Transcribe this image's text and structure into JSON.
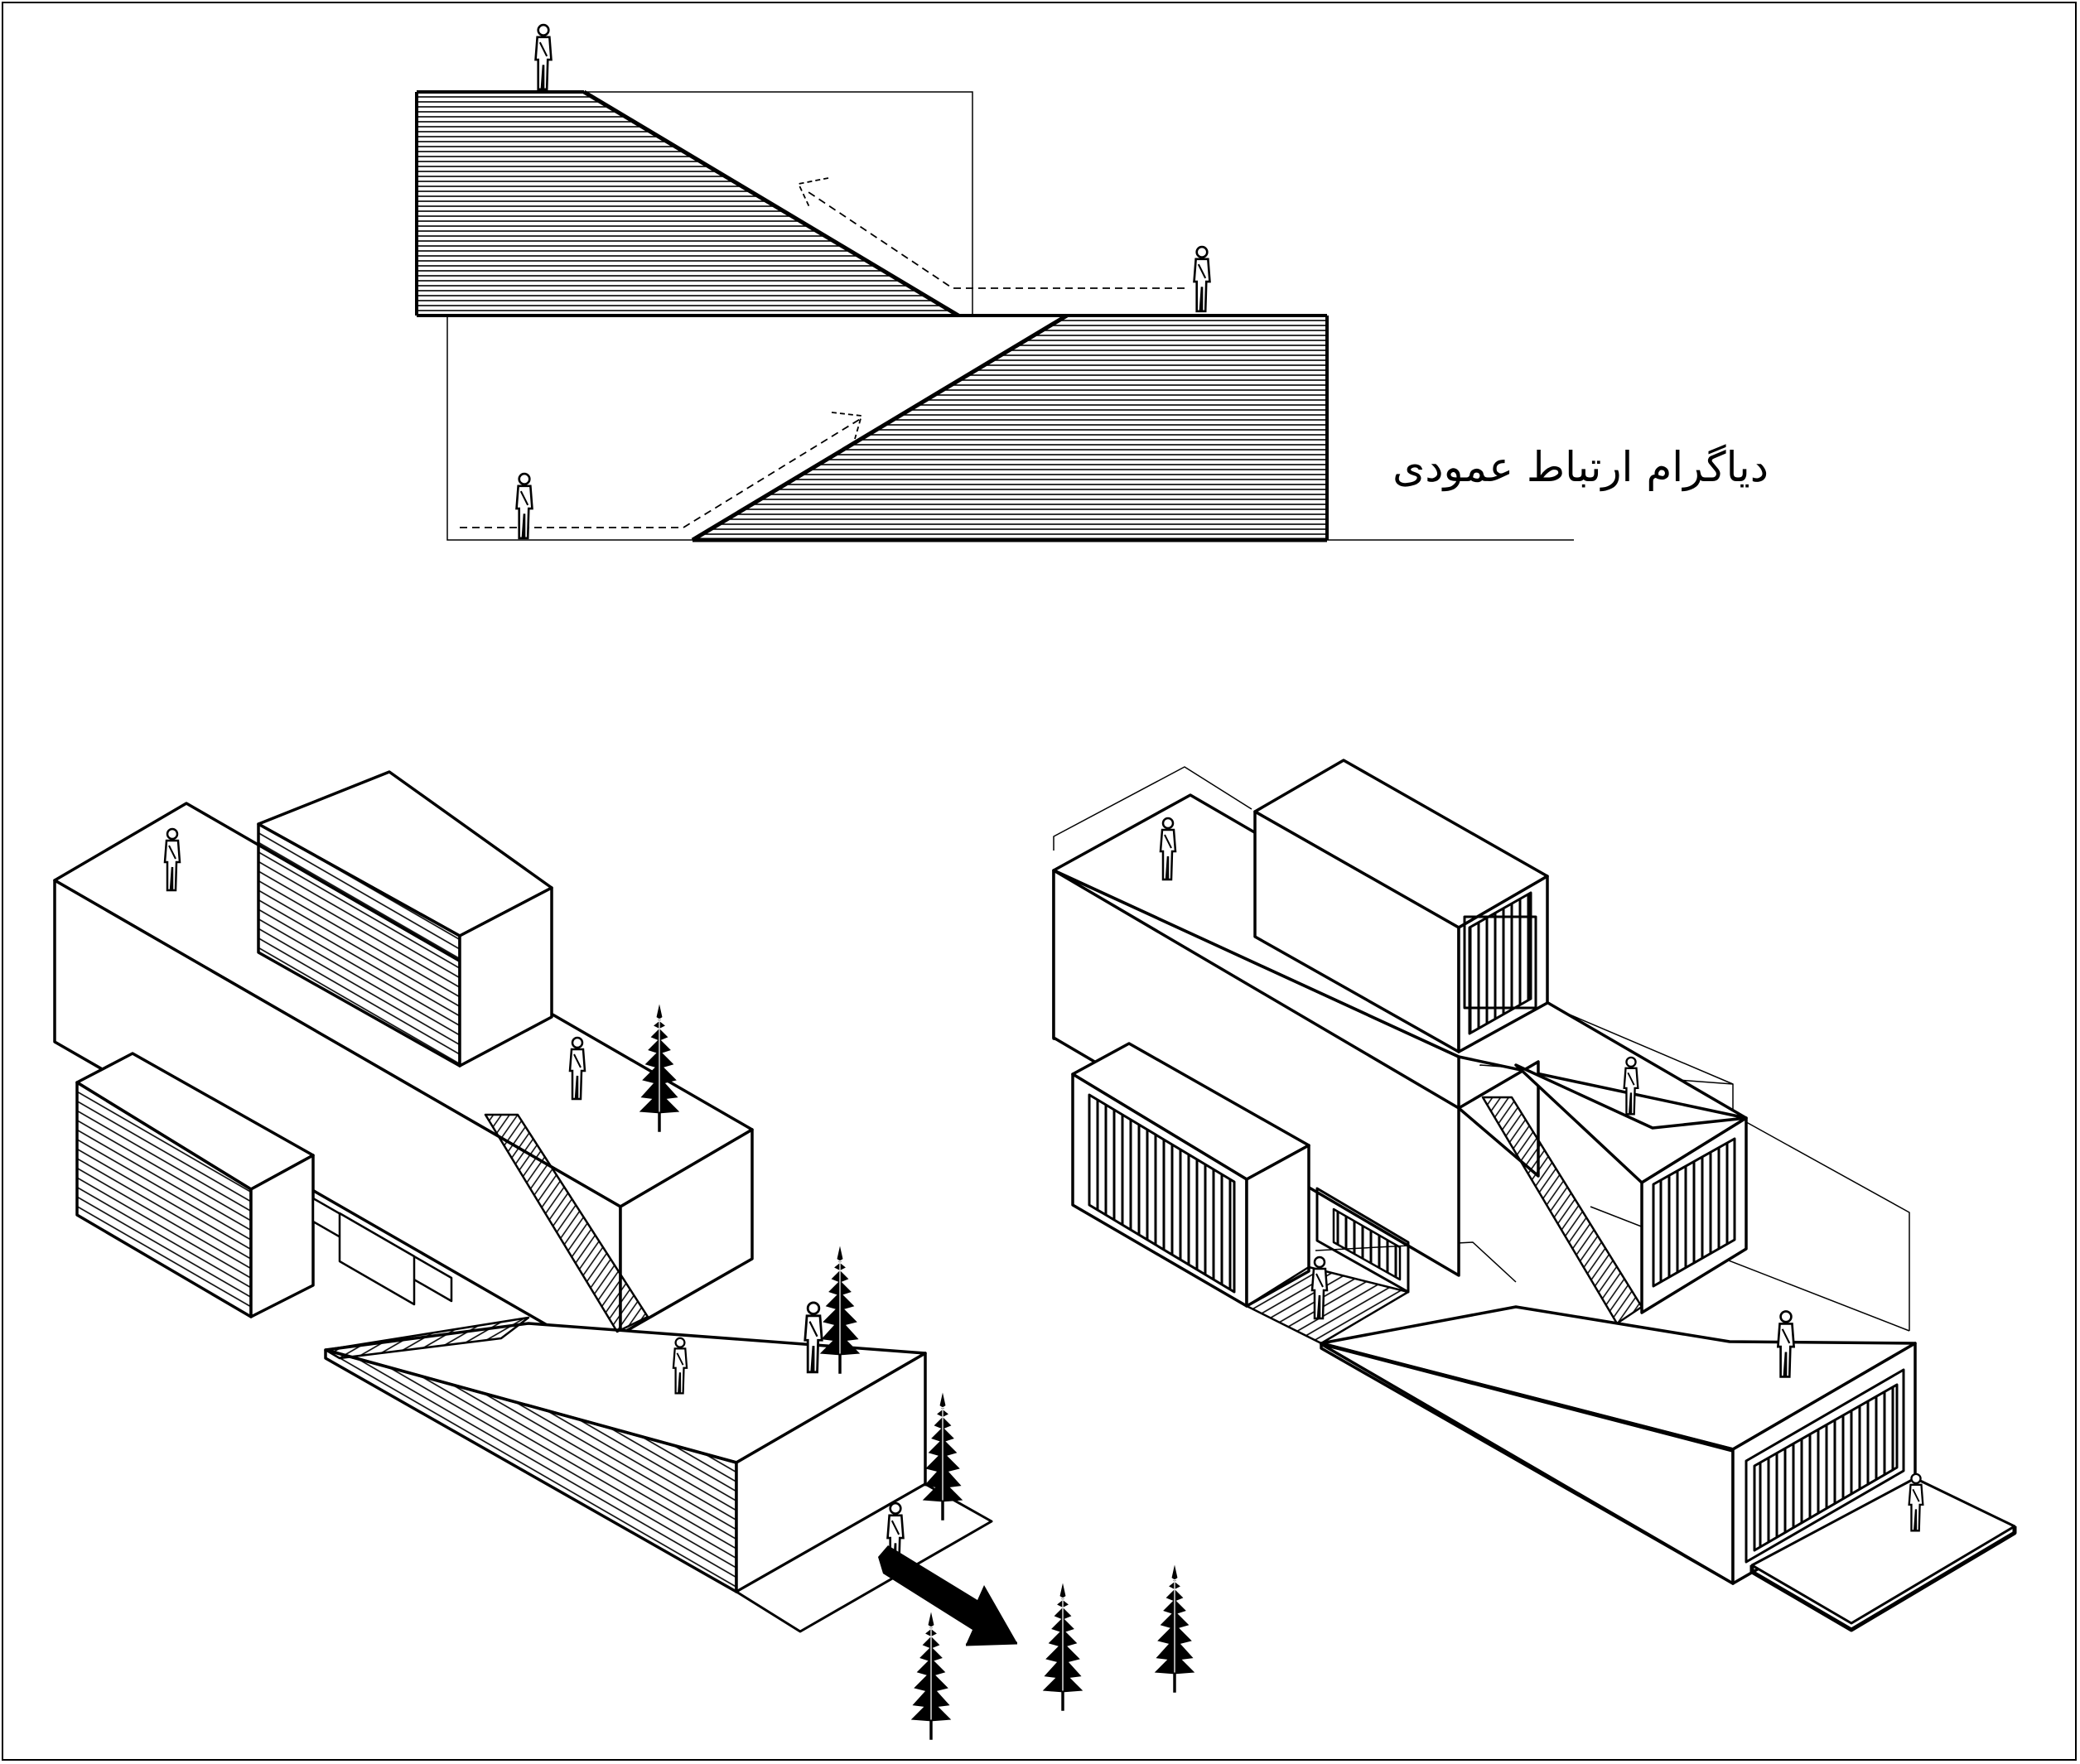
{
  "diagram": {
    "title": "دیاگرام ارتباط عمودی",
    "colors": {
      "ink": "#000000",
      "paper": "#ffffff"
    },
    "panels": [
      "vertical-connection-section",
      "massing-axonometric",
      "facade-axonometric"
    ]
  }
}
